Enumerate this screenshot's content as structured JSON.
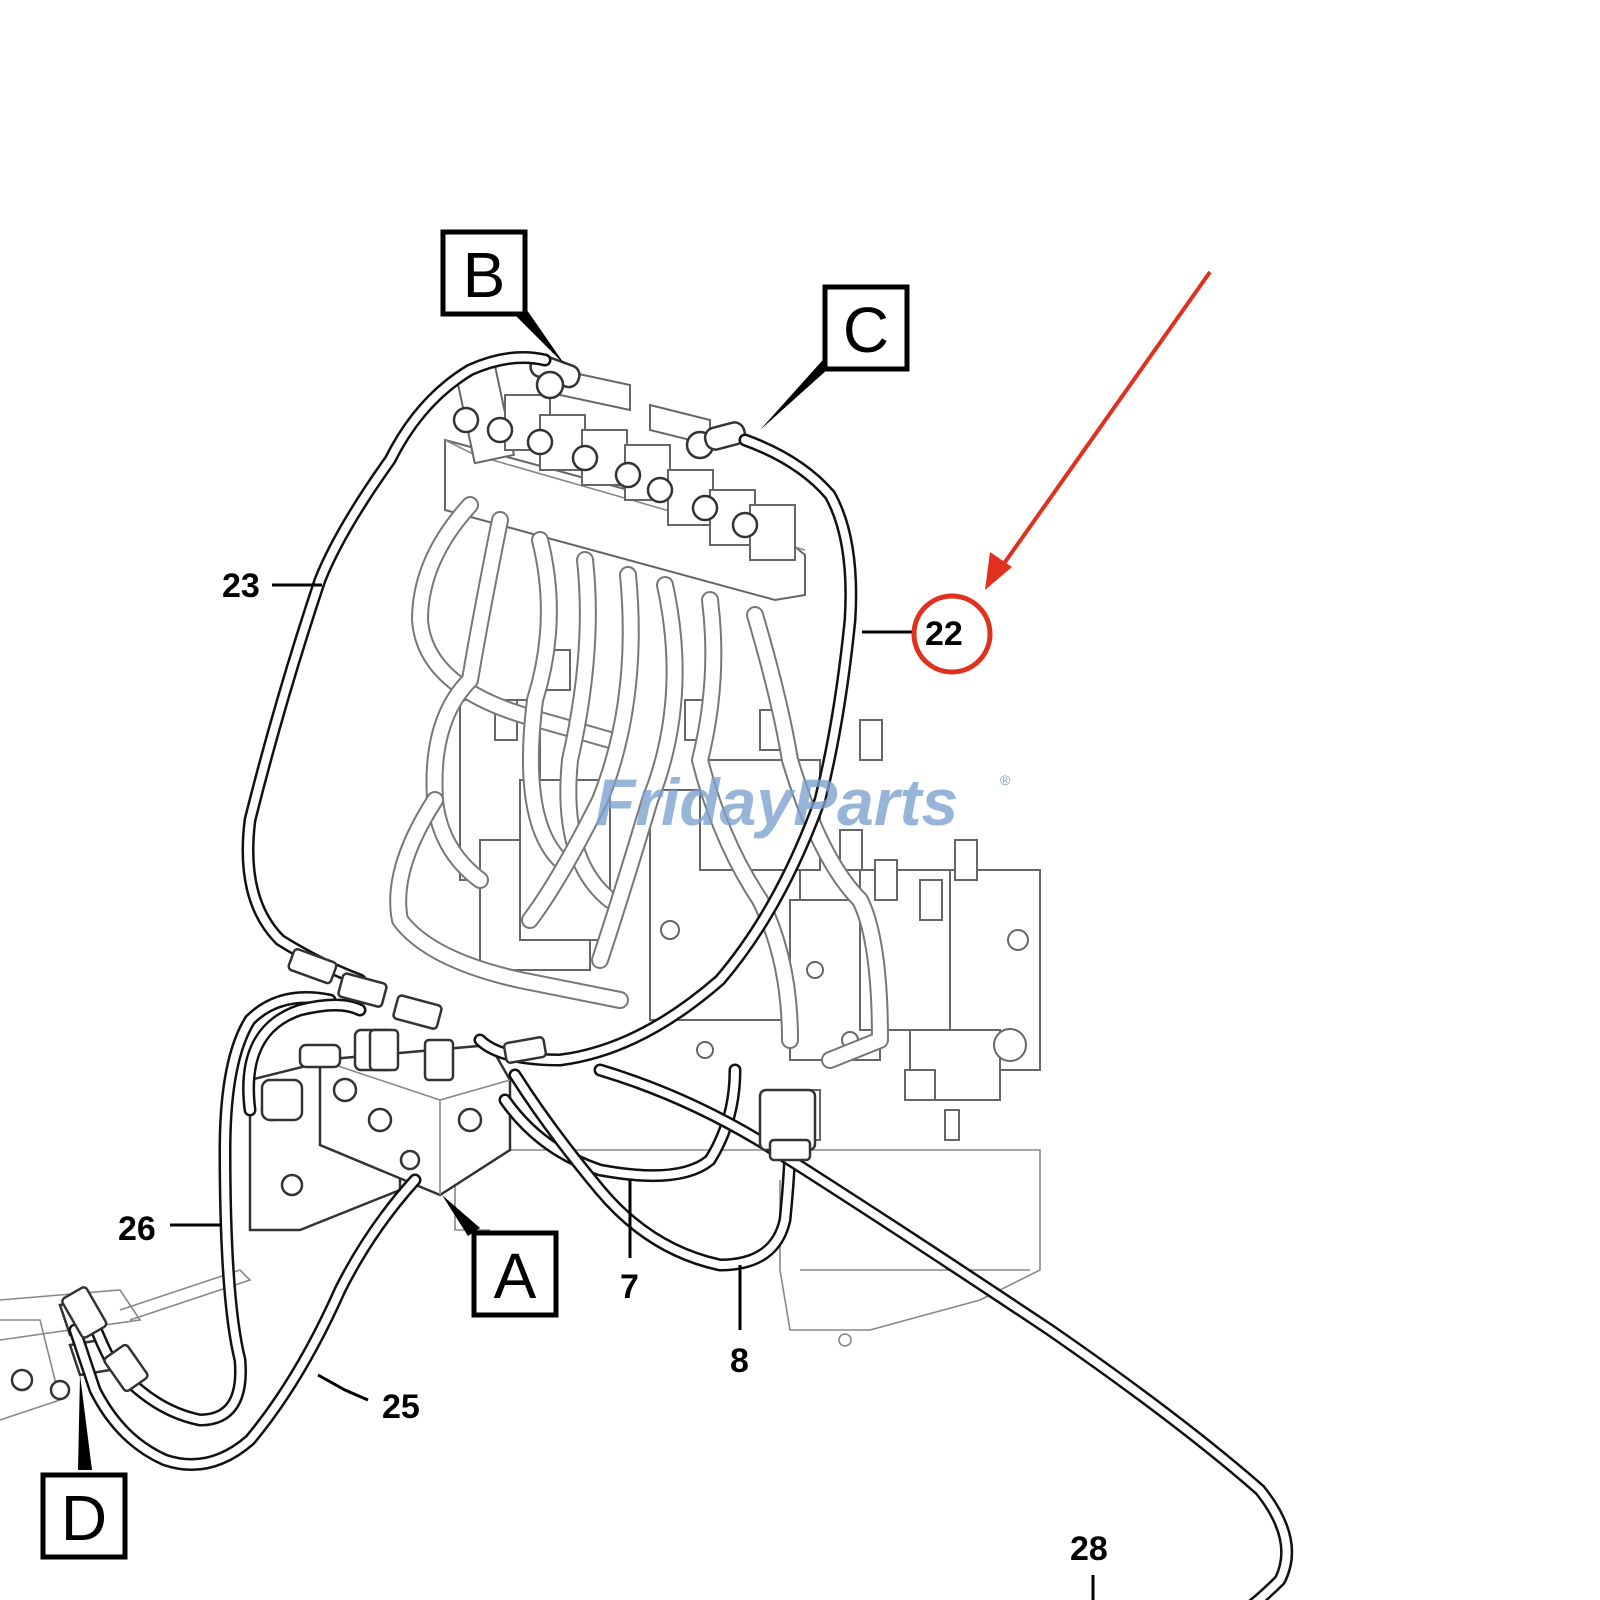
{
  "callouts": {
    "c22": "22",
    "c23": "23",
    "c26": "26",
    "c25": "25",
    "c7": "7",
    "c8": "8",
    "c28": "28"
  },
  "connection_labels": {
    "a": "A",
    "b": "B",
    "c": "C",
    "d": "D"
  },
  "watermark": {
    "text": "FridayParts",
    "mark": "®"
  },
  "colors": {
    "highlight": "#e0301e",
    "line": "#111111",
    "watermark": "#7b9fcf"
  }
}
